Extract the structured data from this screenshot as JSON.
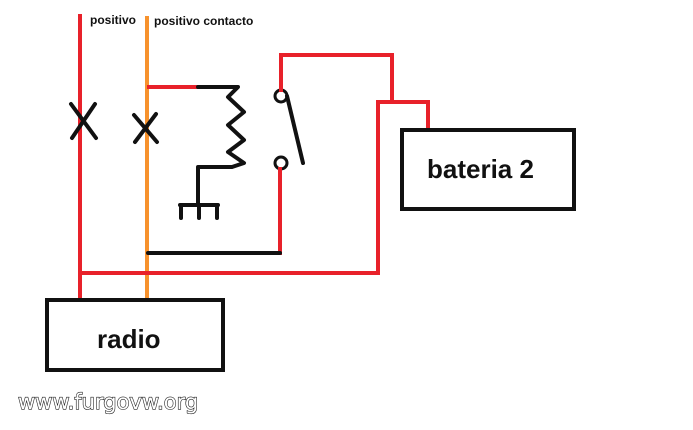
{
  "labels": {
    "positivo": "positivo",
    "positivo_contacto": "positivo contacto",
    "radio": "radio",
    "bateria2": "bateria 2"
  },
  "watermark": "www.furgovw.org",
  "colors": {
    "red_wire": "#e8212a",
    "orange_wire": "#f7922d",
    "black_wire": "#111111"
  }
}
